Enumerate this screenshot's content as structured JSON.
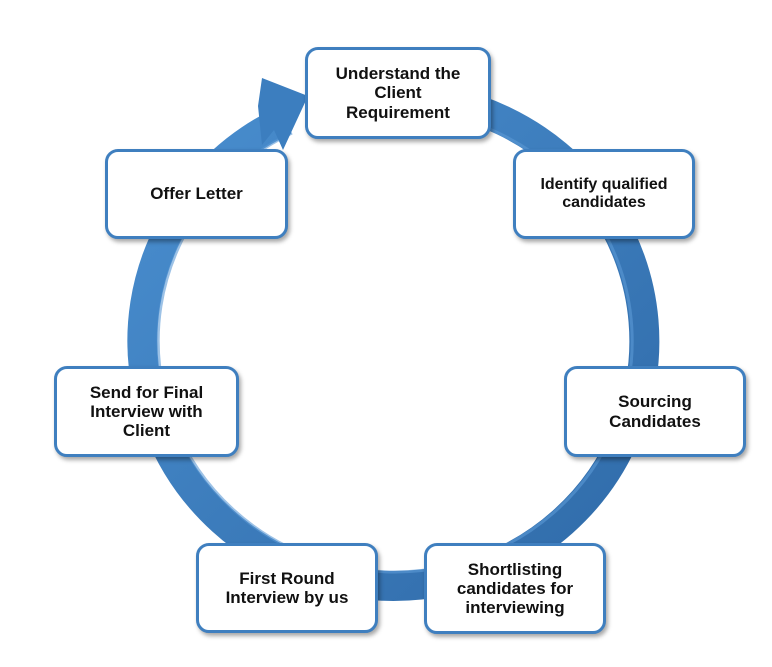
{
  "diagram": {
    "type": "cycle",
    "arrow_color": "#3c7ebf",
    "box_border_color": "#3f7fbf",
    "steps": [
      {
        "id": "step-1",
        "label": "Understand the\nClient\nRequirement"
      },
      {
        "id": "step-2",
        "label": "Identify qualified\ncandidates"
      },
      {
        "id": "step-3",
        "label": "Sourcing\nCandidates"
      },
      {
        "id": "step-4",
        "label": "Shortlisting\ncandidates for\ninterviewing"
      },
      {
        "id": "step-5",
        "label": "First Round\nInterview by us"
      },
      {
        "id": "step-6",
        "label": "Send for Final\nInterview with\nClient"
      },
      {
        "id": "step-7",
        "label": "Offer Letter"
      }
    ]
  }
}
